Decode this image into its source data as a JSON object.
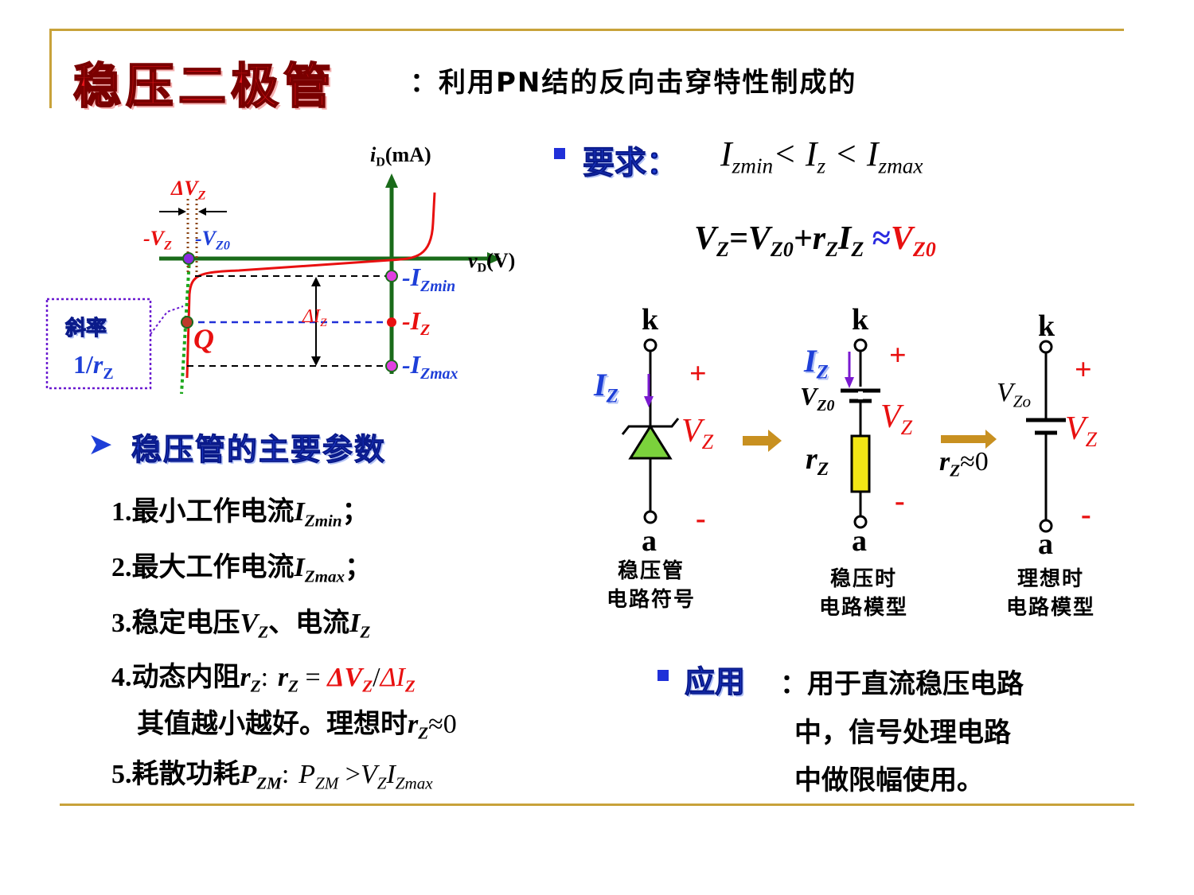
{
  "title": "稳压二极管",
  "subtitle": "：利用PN结的反向击穿特性制成的",
  "requirement": {
    "label": "要求：",
    "formula": "I_zmin < I_z < I_zmax"
  },
  "vz_formula": "V_Z=V_Z0+r_Z·I_Z ≈ V_Z0",
  "iv_chart": {
    "y_axis": "i_D(mA)",
    "x_axis": "v_D(V)",
    "delta_vz": "ΔV_Z",
    "neg_vz": "-V_Z",
    "neg_vz0": "-V_Z0",
    "izmin": "-I_Zmin",
    "iz": "-I_Z",
    "izmax": "-I_Zmax",
    "delta_iz": "ΔI_Z",
    "q_point": "Q",
    "slope_label": "斜率",
    "slope_value": "1/r_Z"
  },
  "params_heading": "稳压管的主要参数",
  "params": [
    "1.最小工作电流I_Zmin；",
    "2.最大工作电流I_Zmax；",
    "3.稳定电压V_Z、电流I_Z",
    "4.动态内阻r_Z：r_Z = ΔV_Z/ΔI_Z",
    "其值越小越好。理想时r_Z≈0",
    "5.耗散功耗P_ZM：P_ZM >V_Z·I_Zmax"
  ],
  "circuits": {
    "k": "k",
    "a": "a",
    "plus": "+",
    "minus": "-",
    "iz": "I_Z",
    "vz": "V_Z",
    "vz0": "V_Z0",
    "vzo": "V_Zo",
    "rz": "r_Z",
    "rz_approx": "r_Z≈0",
    "cap1_l1": "稳压管",
    "cap1_l2": "电路符号",
    "cap2_l1": "稳压时",
    "cap2_l2": "电路模型",
    "cap3_l1": "理想时",
    "cap3_l2": "电路模型"
  },
  "application": {
    "label": "应用",
    "line1": "：用于直流稳压电路",
    "line2": "中，信号处理电路",
    "line3": "中做限幅使用。"
  },
  "colors": {
    "accent_gold": "#c8a23a",
    "title_red": "#e8161b",
    "heading_blue": "#1e3fd8",
    "curve_red": "#e81010",
    "axis_green": "#1a6b1a",
    "diode_green": "#7bd23c",
    "resistor_yellow": "#f2e615",
    "arrow_gold": "#c89020"
  }
}
